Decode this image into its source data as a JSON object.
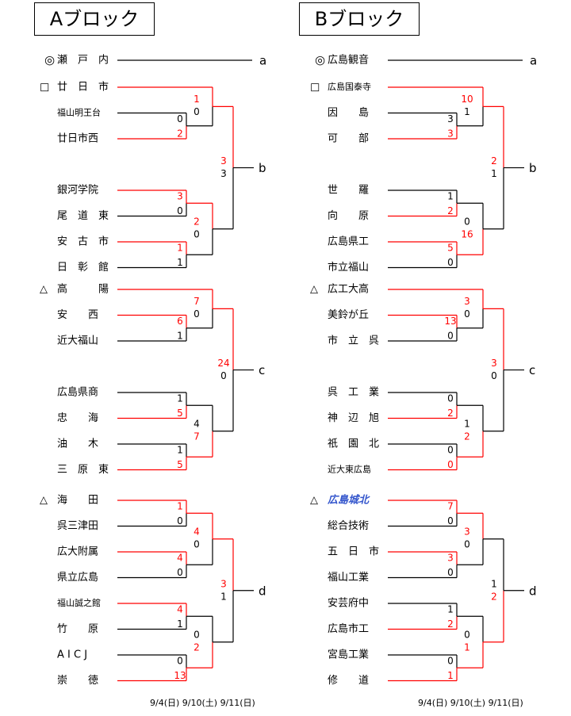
{
  "colors": {
    "win": "#ff0000",
    "lose": "#000000",
    "highlight": "#3355cc"
  },
  "dates": "9/4(日)  9/10(土) 9/11(日)",
  "blocks": [
    {
      "title": "Aブロック",
      "seed": {
        "mark": "◎",
        "name": "瀬　戸　内",
        "slot": "a"
      },
      "groups": [
        {
          "slot": "b",
          "final": {
            "top": "3",
            "bottom": "3",
            "topWin": true
          },
          "halves": [
            {
              "bye": {
                "mark": "□",
                "name": "廿　日　市"
              },
              "match": {
                "top": "福山明王台",
                "bottom": "廿日市西",
                "topScore": "0",
                "bottomScore": "2",
                "topWin": false
              },
              "semi": {
                "byeScore": "1",
                "matchScore": "0",
                "byeWin": true
              }
            },
            {
              "matches": [
                {
                  "top": "銀河学院",
                  "bottom": "尾　道　東",
                  "topScore": "3",
                  "bottomScore": "0",
                  "topWin": true
                },
                {
                  "top": "安　古　市",
                  "bottom": "日　彰　館",
                  "topScore": "1",
                  "bottomScore": "1",
                  "topWin": true
                }
              ],
              "semi": {
                "upperScore": "2",
                "lowerScore": "0",
                "upperWin": true
              }
            }
          ]
        },
        {
          "slot": "c",
          "final": {
            "top": "24",
            "bottom": "0",
            "topWin": true
          },
          "halves": [
            {
              "bye": {
                "mark": "△",
                "name": "高　　　陽"
              },
              "match": {
                "top": "安　　西",
                "bottom": "近大福山",
                "topScore": "6",
                "bottomScore": "1",
                "topWin": true
              },
              "semi": {
                "byeScore": "7",
                "matchScore": "0",
                "byeWin": true
              }
            },
            {
              "matches": [
                {
                  "top": "広島県商",
                  "bottom": "忠　　海",
                  "topScore": "1",
                  "bottomScore": "5",
                  "topWin": false
                },
                {
                  "top": "油　　木",
                  "bottom": "三　原　東",
                  "topScore": "1",
                  "bottomScore": "5",
                  "topWin": false
                }
              ],
              "semi": {
                "upperScore": "4",
                "lowerScore": "7",
                "upperWin": false
              }
            }
          ]
        },
        {
          "slot": "d",
          "final": {
            "top": "3",
            "bottom": "1",
            "topWin": true
          },
          "halves": [
            {
              "matches": [
                {
                  "top": "海　　田",
                  "bottom": "呉三津田",
                  "topScore": "1",
                  "bottomScore": "0",
                  "topWin": true,
                  "topMark": "△"
                },
                {
                  "top": "広大附属",
                  "bottom": "県立広島",
                  "topScore": "4",
                  "bottomScore": "0",
                  "topWin": true
                }
              ],
              "semi": {
                "upperScore": "4",
                "lowerScore": "0",
                "upperWin": true
              }
            },
            {
              "matches": [
                {
                  "top": "福山誠之館",
                  "bottom": "竹　　原",
                  "topScore": "4",
                  "bottomScore": "1",
                  "topWin": true
                },
                {
                  "top": "A I C J",
                  "bottom": "崇　　徳",
                  "topScore": "0",
                  "bottomScore": "13",
                  "topWin": false
                }
              ],
              "semi": {
                "upperScore": "0",
                "lowerScore": "2",
                "upperWin": false
              }
            }
          ]
        }
      ]
    },
    {
      "title": "Bブロック",
      "seed": {
        "mark": "◎",
        "name": "広島観音",
        "slot": "a"
      },
      "groups": [
        {
          "slot": "b",
          "final": {
            "top": "2",
            "bottom": "1",
            "topWin": true
          },
          "halves": [
            {
              "bye": {
                "mark": "□",
                "name": "広島国泰寺"
              },
              "match": {
                "top": "因　　島",
                "bottom": "可　　部",
                "topScore": "3",
                "bottomScore": "3",
                "topWin": false
              },
              "semi": {
                "byeScore": "10",
                "matchScore": "1",
                "byeWin": true
              }
            },
            {
              "matches": [
                {
                  "top": "世　　羅",
                  "bottom": "向　　原",
                  "topScore": "1",
                  "bottomScore": "2",
                  "topWin": false
                },
                {
                  "top": "広島県工",
                  "bottom": "市立福山",
                  "topScore": "5",
                  "bottomScore": "0",
                  "topWin": true
                }
              ],
              "semi": {
                "upperScore": "0",
                "lowerScore": "16",
                "upperWin": false
              }
            }
          ]
        },
        {
          "slot": "c",
          "final": {
            "top": "3",
            "bottom": "0",
            "topWin": true
          },
          "halves": [
            {
              "bye": {
                "mark": "△",
                "name": "広工大高"
              },
              "match": {
                "top": "美鈴が丘",
                "bottom": "市　立　呉",
                "topScore": "13",
                "bottomScore": "0",
                "topWin": true
              },
              "semi": {
                "byeScore": "3",
                "matchScore": "0",
                "byeWin": true
              }
            },
            {
              "matches": [
                {
                  "top": "呉　工　業",
                  "bottom": "神　辺　旭",
                  "topScore": "0",
                  "bottomScore": "2",
                  "topWin": false
                },
                {
                  "top": "祇　園　北",
                  "bottom": "近大東広島",
                  "topScore": "0",
                  "bottomScore": "0",
                  "topWin": false
                }
              ],
              "semi": {
                "upperScore": "1",
                "lowerScore": "2",
                "upperWin": false
              }
            }
          ]
        },
        {
          "slot": "d",
          "final": {
            "top": "1",
            "bottom": "2",
            "topWin": false
          },
          "halves": [
            {
              "matches": [
                {
                  "top": "広島城北",
                  "bottom": "総合技術",
                  "topScore": "7",
                  "bottomScore": "0",
                  "topWin": true,
                  "topMark": "△",
                  "topHighlight": true
                },
                {
                  "top": "五　日　市",
                  "bottom": "福山工業",
                  "topScore": "3",
                  "bottomScore": "0",
                  "topWin": true
                }
              ],
              "semi": {
                "upperScore": "3",
                "lowerScore": "0",
                "upperWin": true
              }
            },
            {
              "matches": [
                {
                  "top": "安芸府中",
                  "bottom": "広島市工",
                  "topScore": "1",
                  "bottomScore": "2",
                  "topWin": false
                },
                {
                  "top": "宮島工業",
                  "bottom": "修　　道",
                  "topScore": "0",
                  "bottomScore": "1",
                  "topWin": false
                }
              ],
              "semi": {
                "upperScore": "0",
                "lowerScore": "1",
                "upperWin": false
              }
            }
          ]
        }
      ]
    }
  ]
}
